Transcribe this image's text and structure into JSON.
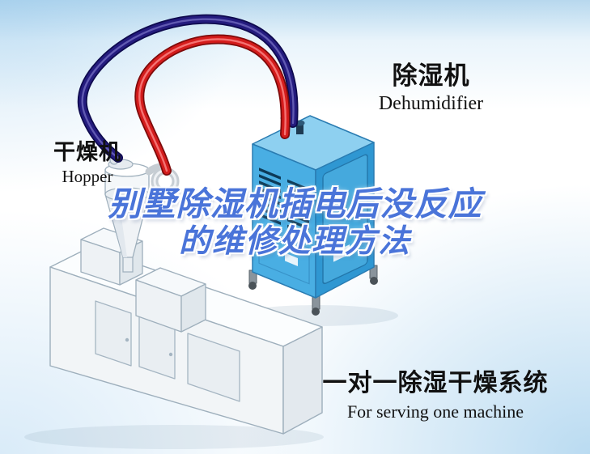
{
  "labels": {
    "dehumidifier": {
      "cn": "除湿机",
      "en": "Dehumidifier"
    },
    "hopper": {
      "cn": "干燥机",
      "en": "Hopper"
    },
    "system": {
      "cn": "一对一除湿干燥系统",
      "en": "For serving one machine"
    }
  },
  "title": {
    "line1": "别墅除湿机插电后没反应",
    "line2": "的维修处理方法"
  },
  "colors": {
    "title_blue": "#4a74d9",
    "label_black": "#111111",
    "background_top": "#b7d8ee",
    "pipe_red": "#d41c1c",
    "pipe_navy": "#241b7e",
    "dehumidifier_front": "#49aee3",
    "dehumidifier_side": "#2f97d2",
    "dehumidifier_top": "#8ed0f0",
    "machine_body": "#f2f5f7"
  },
  "illustration": {
    "parts": [
      "dehumidifier-unit",
      "hopper-funnel",
      "molding-machine",
      "red-supply-hose",
      "navy-return-hose"
    ]
  }
}
